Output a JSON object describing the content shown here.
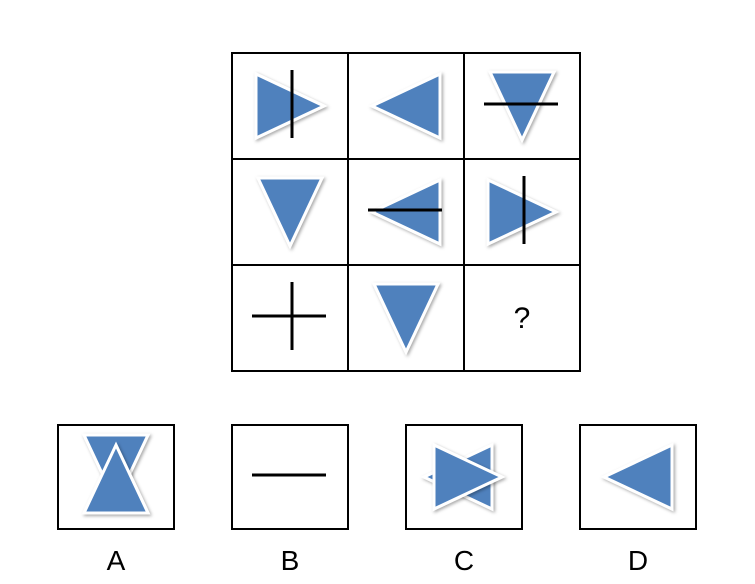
{
  "colors": {
    "triangle_fill": "#4f81bd",
    "triangle_edge": "#ffffff",
    "line": "#000000",
    "border": "#000000"
  },
  "grid": {
    "question_mark": "?",
    "cells": [
      {
        "triangles": [
          "right"
        ],
        "lines": [
          "vertical"
        ]
      },
      {
        "triangles": [
          "left"
        ],
        "lines": []
      },
      {
        "triangles": [
          "down"
        ],
        "lines": [
          "horizontal"
        ]
      },
      {
        "triangles": [
          "down"
        ],
        "lines": []
      },
      {
        "triangles": [
          "left"
        ],
        "lines": [
          "horizontal"
        ]
      },
      {
        "triangles": [
          "right"
        ],
        "lines": [
          "vertical"
        ]
      },
      {
        "triangles": [],
        "lines": [
          "horizontal",
          "vertical"
        ]
      },
      {
        "triangles": [
          "down"
        ],
        "lines": []
      },
      {
        "question": true
      }
    ]
  },
  "options": [
    {
      "label": "A",
      "triangles": [
        "down",
        "up"
      ],
      "lines": []
    },
    {
      "label": "B",
      "triangles": [],
      "lines": [
        "horizontal"
      ]
    },
    {
      "label": "C",
      "triangles": [
        "left",
        "right"
      ],
      "lines": []
    },
    {
      "label": "D",
      "triangles": [
        "left"
      ],
      "lines": []
    }
  ]
}
